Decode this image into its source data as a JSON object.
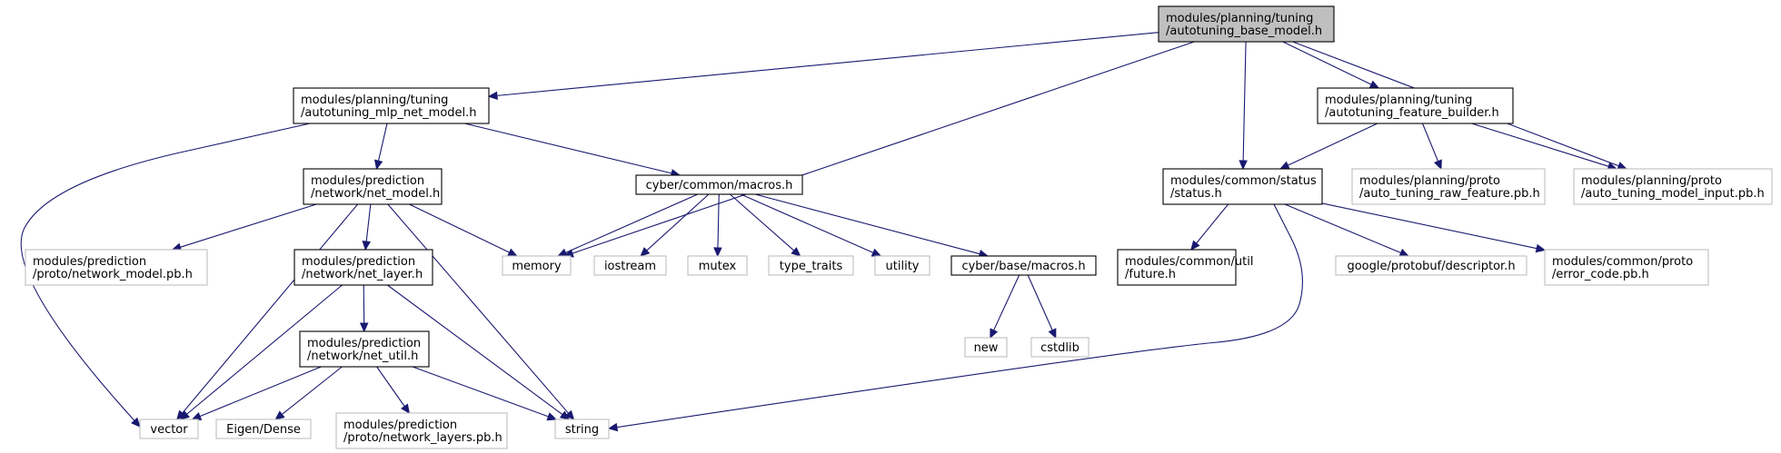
{
  "diagram": {
    "nodes": [
      {
        "id": "root",
        "kind": "root",
        "lines": [
          "modules/planning/tuning",
          "/autotuning_base_model.h"
        ]
      },
      {
        "id": "mlp",
        "kind": "documented",
        "lines": [
          "modules/planning/tuning",
          "/autotuning_mlp_net_model.h"
        ]
      },
      {
        "id": "fb",
        "kind": "documented",
        "lines": [
          "modules/planning/tuning",
          "/autotuning_feature_builder.h"
        ]
      },
      {
        "id": "netmodel",
        "kind": "documented",
        "lines": [
          "modules/prediction",
          "/network/net_model.h"
        ]
      },
      {
        "id": "cmacros",
        "kind": "documented",
        "lines": [
          "cyber/common/macros.h"
        ]
      },
      {
        "id": "status",
        "kind": "documented",
        "lines": [
          "modules/common/status",
          "/status.h"
        ]
      },
      {
        "id": "rawfeat",
        "kind": "external",
        "lines": [
          "modules/planning/proto",
          "/auto_tuning_raw_feature.pb.h"
        ]
      },
      {
        "id": "modelinput",
        "kind": "external",
        "lines": [
          "modules/planning/proto",
          "/auto_tuning_model_input.pb.h"
        ]
      },
      {
        "id": "netmodelpb",
        "kind": "external",
        "lines": [
          "modules/prediction",
          "/proto/network_model.pb.h"
        ]
      },
      {
        "id": "netlayer",
        "kind": "documented",
        "lines": [
          "modules/prediction",
          "/network/net_layer.h"
        ]
      },
      {
        "id": "memory",
        "kind": "external",
        "lines": [
          "memory"
        ]
      },
      {
        "id": "iostream",
        "kind": "external",
        "lines": [
          "iostream"
        ]
      },
      {
        "id": "mutex",
        "kind": "external",
        "lines": [
          "mutex"
        ]
      },
      {
        "id": "typetraits",
        "kind": "external",
        "lines": [
          "type_traits"
        ]
      },
      {
        "id": "utility",
        "kind": "external",
        "lines": [
          "utility"
        ]
      },
      {
        "id": "bmacros",
        "kind": "documented",
        "lines": [
          "cyber/base/macros.h"
        ]
      },
      {
        "id": "future",
        "kind": "documented",
        "lines": [
          "modules/common/util",
          "/future.h"
        ]
      },
      {
        "id": "descriptor",
        "kind": "external",
        "lines": [
          "google/protobuf/descriptor.h"
        ]
      },
      {
        "id": "errorcode",
        "kind": "external",
        "lines": [
          "modules/common/proto",
          "/error_code.pb.h"
        ]
      },
      {
        "id": "netutil",
        "kind": "documented",
        "lines": [
          "modules/prediction",
          "/network/net_util.h"
        ]
      },
      {
        "id": "new",
        "kind": "external",
        "lines": [
          "new"
        ]
      },
      {
        "id": "cstdlib",
        "kind": "external",
        "lines": [
          "cstdlib"
        ]
      },
      {
        "id": "vector",
        "kind": "external",
        "lines": [
          "vector"
        ]
      },
      {
        "id": "eigen",
        "kind": "external",
        "lines": [
          "Eigen/Dense"
        ]
      },
      {
        "id": "netlayerspb",
        "kind": "external",
        "lines": [
          "modules/prediction",
          "/proto/network_layers.pb.h"
        ]
      },
      {
        "id": "string",
        "kind": "external",
        "lines": [
          "string"
        ]
      }
    ],
    "edges": [
      {
        "from": "root",
        "to": "mlp"
      },
      {
        "from": "root",
        "to": "memory"
      },
      {
        "from": "root",
        "to": "status"
      },
      {
        "from": "root",
        "to": "fb"
      },
      {
        "from": "root",
        "to": "modelinput"
      },
      {
        "from": "mlp",
        "to": "netmodel"
      },
      {
        "from": "mlp",
        "to": "cmacros"
      },
      {
        "from": "mlp",
        "to": "vector"
      },
      {
        "from": "fb",
        "to": "status"
      },
      {
        "from": "fb",
        "to": "rawfeat"
      },
      {
        "from": "fb",
        "to": "modelinput"
      },
      {
        "from": "netmodel",
        "to": "netmodelpb"
      },
      {
        "from": "netmodel",
        "to": "netlayer"
      },
      {
        "from": "netmodel",
        "to": "memory"
      },
      {
        "from": "netmodel",
        "to": "vector"
      },
      {
        "from": "netmodel",
        "to": "string"
      },
      {
        "from": "cmacros",
        "to": "memory"
      },
      {
        "from": "cmacros",
        "to": "iostream"
      },
      {
        "from": "cmacros",
        "to": "mutex"
      },
      {
        "from": "cmacros",
        "to": "typetraits"
      },
      {
        "from": "cmacros",
        "to": "utility"
      },
      {
        "from": "cmacros",
        "to": "bmacros"
      },
      {
        "from": "status",
        "to": "future"
      },
      {
        "from": "status",
        "to": "descriptor"
      },
      {
        "from": "status",
        "to": "errorcode"
      },
      {
        "from": "status",
        "to": "string"
      },
      {
        "from": "netlayer",
        "to": "netutil"
      },
      {
        "from": "netlayer",
        "to": "vector"
      },
      {
        "from": "netlayer",
        "to": "string"
      },
      {
        "from": "bmacros",
        "to": "new"
      },
      {
        "from": "bmacros",
        "to": "cstdlib"
      },
      {
        "from": "netutil",
        "to": "vector"
      },
      {
        "from": "netutil",
        "to": "eigen"
      },
      {
        "from": "netutil",
        "to": "netlayerspb"
      },
      {
        "from": "netutil",
        "to": "string"
      }
    ]
  }
}
